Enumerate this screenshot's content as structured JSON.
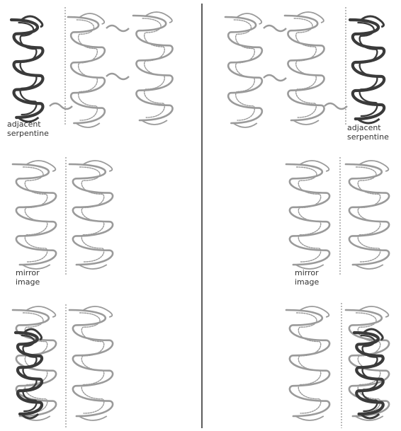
{
  "colors": {
    "light_stroke": "#9a9a9a",
    "dark_stroke": "#3a3a3a",
    "divider": "#333333",
    "seam": "#bbbbbb"
  },
  "left_panel": {
    "top": {
      "label_line1": "adjacent",
      "label_line2": "serpentine"
    },
    "middle": {
      "label_line1": "mirror",
      "label_line2": "image"
    }
  },
  "right_panel": {
    "top": {
      "label_line1": "adjacent",
      "label_line2": "serpentine"
    },
    "middle": {
      "label_line1": "mirror",
      "label_line2": "image"
    }
  }
}
